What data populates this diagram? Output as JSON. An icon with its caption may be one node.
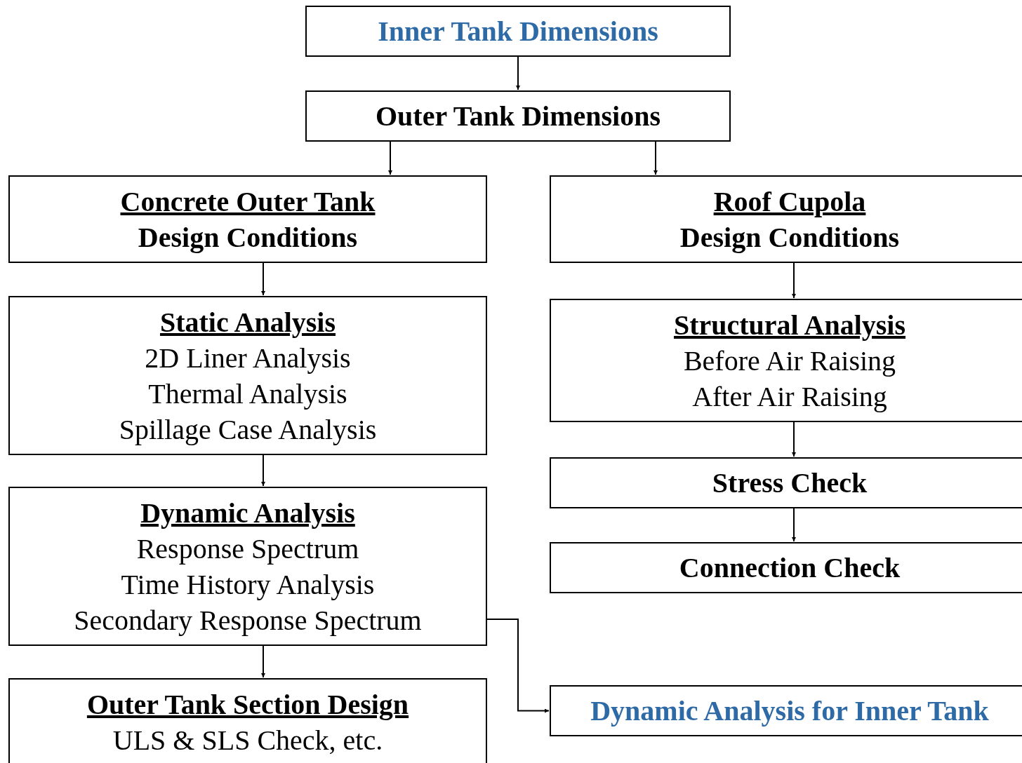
{
  "diagram": {
    "nodes": [
      {
        "text": [
          "Inner Tank Dimensions"
        ]
      },
      {
        "text": [
          "Outer Tank Dimensions"
        ]
      },
      {
        "text": [
          "Concrete Outer Tank",
          "Design Conditions"
        ]
      },
      {
        "text": [
          "Roof Cupola",
          "Design Conditions"
        ]
      },
      {
        "text": [
          "Static Analysis",
          "2D Liner Analysis",
          "Thermal Analysis",
          "Spillage Case Analysis"
        ]
      },
      {
        "text": [
          "Structural Analysis",
          "Before Air Raising",
          "After Air Raising"
        ]
      },
      {
        "text": [
          "Stress Check"
        ]
      },
      {
        "text": [
          "Connection Check"
        ]
      },
      {
        "text": [
          "Dynamic Analysis",
          "Response Spectrum",
          "Time History Analysis",
          "Secondary Response Spectrum"
        ]
      },
      {
        "text": [
          "Outer Tank Section Design",
          "ULS & SLS Check, etc."
        ]
      },
      {
        "text": [
          "Dynamic Analysis for Inner Tank"
        ]
      }
    ],
    "edges": [
      {
        "from": 0,
        "to": 1,
        "arrow": "to"
      },
      {
        "from": 1,
        "to": 2,
        "arrow": "to"
      },
      {
        "from": 1,
        "to": 3,
        "arrow": "to"
      },
      {
        "from": 2,
        "to": 4,
        "arrow": "to"
      },
      {
        "from": 3,
        "to": 5,
        "arrow": "to"
      },
      {
        "from": 5,
        "to": 6,
        "arrow": "to"
      },
      {
        "from": 6,
        "to": 7,
        "arrow": "to"
      },
      {
        "from": 4,
        "to": 8,
        "arrow": "to"
      },
      {
        "from": 8,
        "to": 9,
        "arrow": "to"
      },
      {
        "from": 8,
        "to": 10,
        "arrow": "to"
      }
    ]
  }
}
